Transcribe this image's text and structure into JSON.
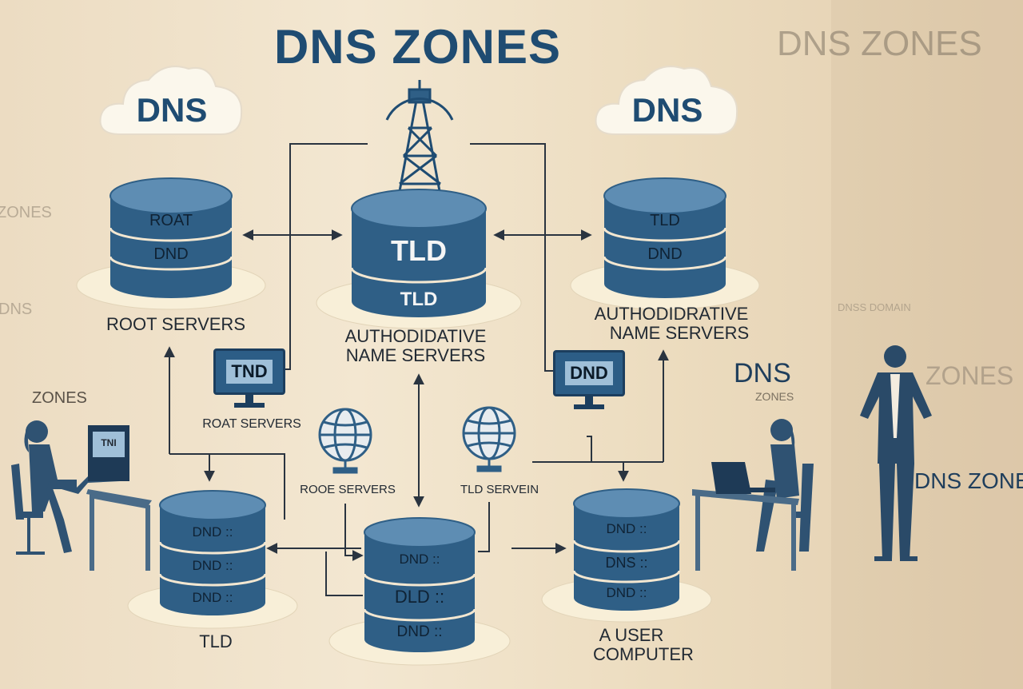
{
  "title": "DNS ZONES",
  "clouds": [
    "DNS",
    "DNS"
  ],
  "servers": {
    "root": {
      "disks": [
        "ROAT",
        "DND"
      ],
      "caption": "ROOT SERVERS"
    },
    "tld": {
      "disks": [
        "TLD",
        "TLD"
      ],
      "caption_lines": [
        "AUTHODIDATIVE",
        "NAME SERVERS"
      ]
    },
    "auth": {
      "disks": [
        "TLD",
        "DND"
      ],
      "caption_lines": [
        "AUTHODIDRATIVE",
        "NAME SERVERS"
      ]
    },
    "bottom_left": {
      "disks": [
        "DND ::",
        "DND ::",
        "DND ::"
      ],
      "caption": "TLD"
    },
    "bottom_center": {
      "disks": [
        "DND ::",
        "DLD ::",
        "DND ::"
      ]
    },
    "bottom_right": {
      "disks": [
        "DND ::",
        "DNS ::",
        "DND ::"
      ],
      "caption_lines": [
        "A USER",
        "COMPUTER"
      ]
    }
  },
  "monitors": {
    "left": "TND",
    "right": "DND",
    "woman_left": "TNI"
  },
  "labels": {
    "roat_servers": "ROAT SERVERS",
    "globe_left": "ROOE SERVERS",
    "globe_right": "TLD SERVEIN",
    "dns_right": "DNS",
    "zones_right_small": "ZONES",
    "zones_left": "ZONES",
    "dns_zones_right_cut": "DNS ZONE"
  },
  "ghost_text": {
    "top_right": "DNS ZONES",
    "left_1": "ZONES",
    "left_2": "DNS",
    "right_mid": "ZONES",
    "right_small": "DNSS DOMAIN"
  },
  "colors": {
    "title": "#1f4c72",
    "disk": "#2f5f86",
    "disk_top": "#5e8db3",
    "background": "#f3e7d1"
  }
}
